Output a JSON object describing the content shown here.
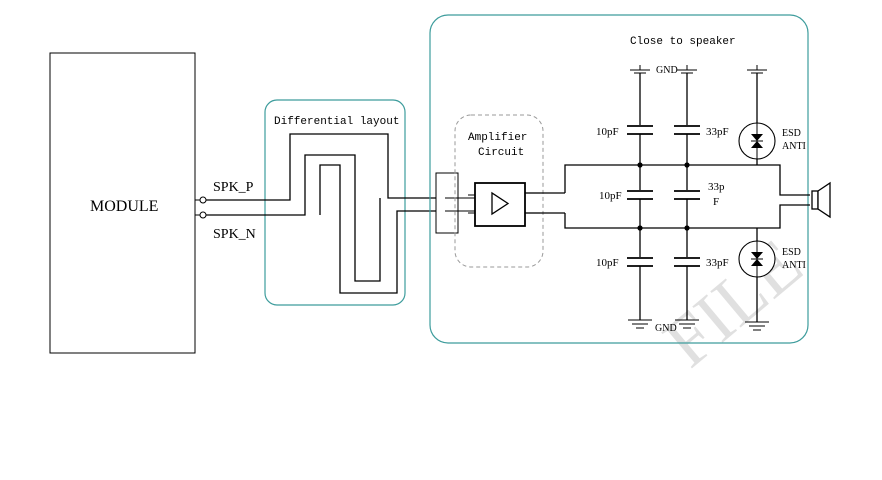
{
  "module": {
    "label": "MODULE"
  },
  "pins": {
    "positive": "SPK_P",
    "negative": "SPK_N"
  },
  "regions": {
    "differential": "Differential layout",
    "speaker_zone": "Close to speaker"
  },
  "amplifier": {
    "line1": "Amplifier",
    "line2": "Circuit"
  },
  "capacitors": {
    "c_top_left": "10pF",
    "c_top_right": "33pF",
    "c_mid_left": "10pF",
    "c_mid_right_1": "33p",
    "c_mid_right_2": "F",
    "c_bot_left": "10pF",
    "c_bot_right": "33pF"
  },
  "esd": {
    "top_line1": "ESD",
    "top_line2": "ANTI",
    "bottom_line1": "ESD",
    "bottom_line2": "ANTI"
  },
  "ground": {
    "top": "GND",
    "bottom": "GND"
  },
  "watermark": "FILE",
  "colors": {
    "region_border": "#3d9c9c",
    "dashed_border": "#9a9a9a",
    "wire": "#000000",
    "watermark": "#d6d6d6"
  }
}
